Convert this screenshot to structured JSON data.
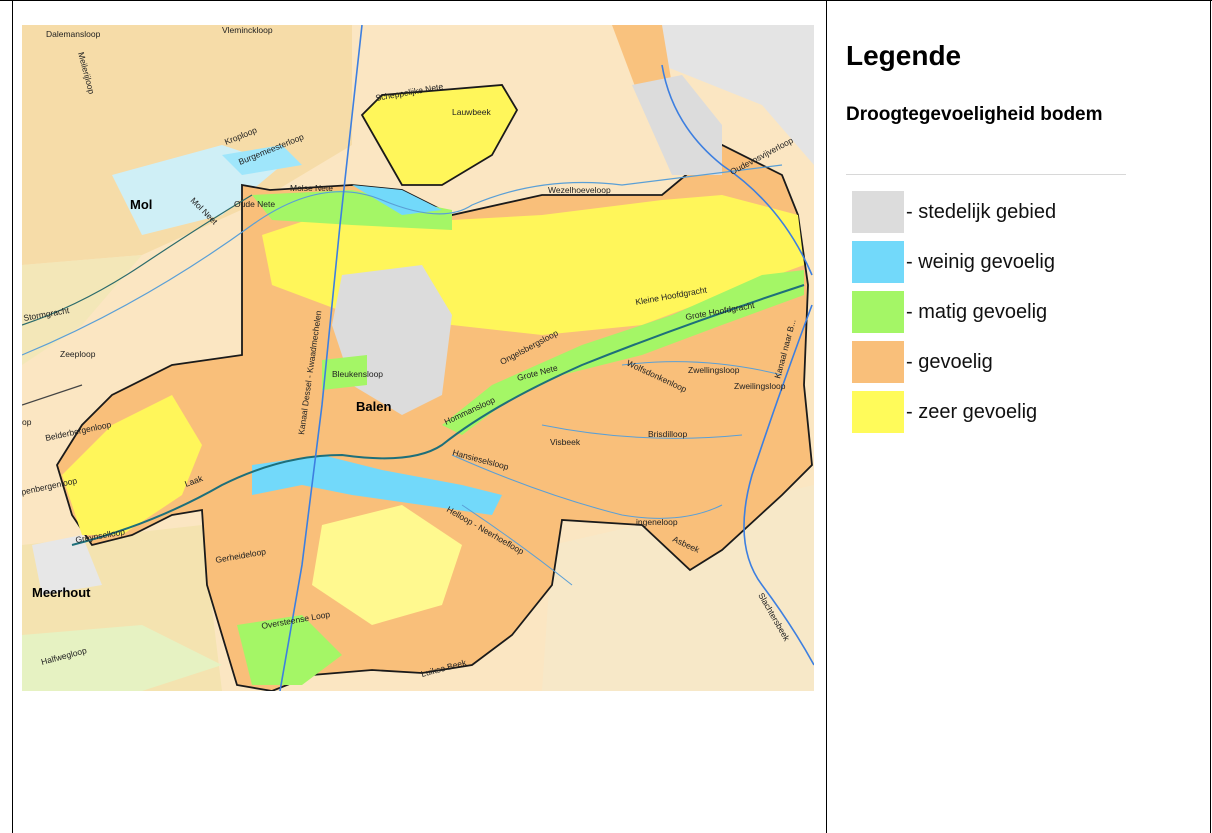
{
  "legend": {
    "title": "Legende",
    "subtitle": "Droogtegevoeligheid bodem",
    "items": [
      {
        "label": "- stedelijk gebied",
        "color": "#dcdcdc"
      },
      {
        "label": "- weinig gevoelig",
        "color": "#72d9fa"
      },
      {
        "label": "- matig gevoelig",
        "color": "#a4f666"
      },
      {
        "label": "- gevoelig",
        "color": "#f9bf7a"
      },
      {
        "label": "- zeer gevoelig",
        "color": "#fffb5a"
      }
    ]
  },
  "map": {
    "towns": {
      "mol": "Mol",
      "balen": "Balen",
      "meerhout": "Meerhout"
    },
    "labels": {
      "dalemansloop": "Dalemansloop",
      "meilerijloop": "Meilerijloop",
      "vleminckloop": "Vleminckloop",
      "scheppelijke_nete": "Scheppelijke Nete",
      "lauwbeek": "Lauwbeek",
      "kroploop": "Kroploop",
      "burgemeesterloop": "Burgemeesterloop",
      "molse_nete": "Molse Nete",
      "oude_nete": "Oude Nete",
      "mol_neet": "Mol Neet",
      "wezelhoeveloop": "Wezelhoeveloop",
      "oudevosvijverloop": "Oudevosvijverloop",
      "stormgracht": "Stormgracht",
      "zeeploop": "Zeeploop",
      "kanaal_dessel": "Kanaal Dessel - Kwaadmechelen",
      "bleukensloop": "Bleukensloop",
      "ongelsbergsloop": "Ongelsbergsloop",
      "kleine_hoofdgracht": "Kleine Hoofdgracht",
      "grote_hoofdgracht": "Grote Hoofdgracht",
      "grote_nete": "Grote Nete",
      "wolfsdonkenloop": "Wolfsdonkenloop",
      "zwellingsloop": "Zwellingsloop",
      "zweilingsloop": "Zweilingsloop",
      "kanaal_naar_b": "Kanaal naar B...",
      "hommansloop": "Hommansloop",
      "belderbergenloop": "Belderbergenloop",
      "penbergenloop": "penbergenloop",
      "laak": "Laak",
      "hansieselsloop": "Hansieselsloop",
      "visbeek": "Visbeek",
      "brisdilloop": "Brisdilloop",
      "greynselloop": "Greynselloop",
      "helloop": "Helloop - Neerhoefloop",
      "ingeneloop": "ingeneloop",
      "asbeek": "Asbeek",
      "gerheideloop": "Gerheideloop",
      "oversteense_loop": "Oversteense Loop",
      "slachtersbeek": "Slachtersbeek",
      "luikse_beek": "Luikse Beek",
      "halfwegloop": "Halfwegloop",
      "op": "op"
    }
  }
}
